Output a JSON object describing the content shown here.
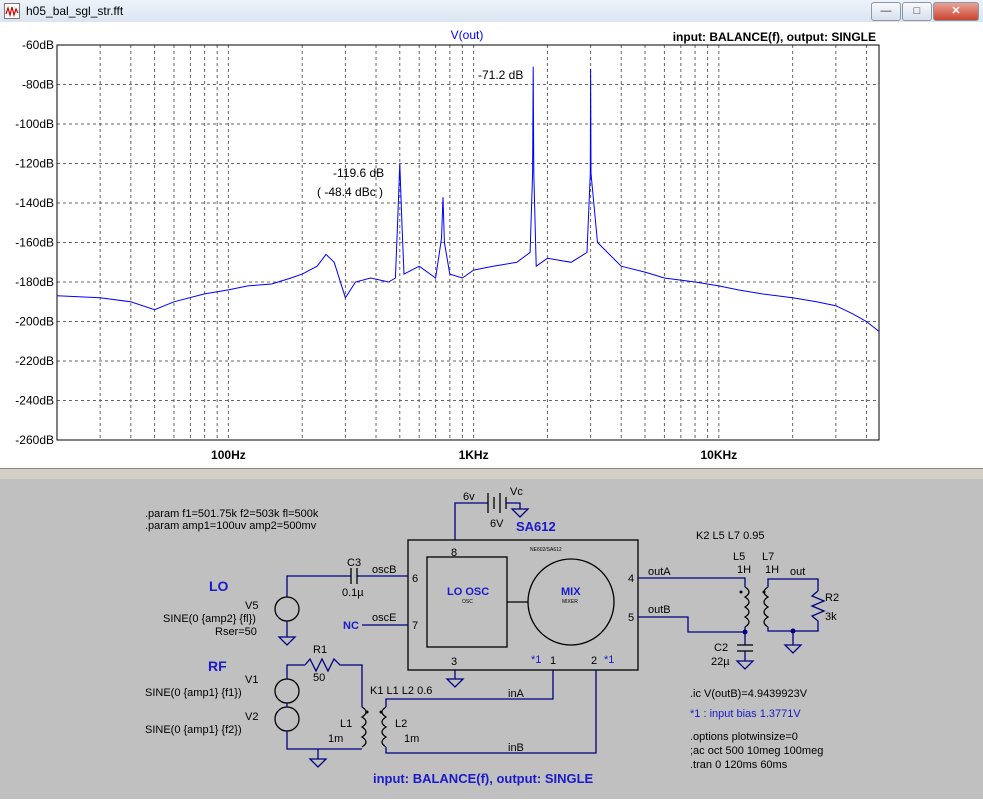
{
  "window": {
    "title": "h05_bal_sgl_str.fft",
    "minimize_glyph": "—",
    "maximize_glyph": "□",
    "close_glyph": "✕"
  },
  "plot": {
    "trace_name": "V(out)",
    "note_right": "input: BALANCE(f), output: SINGLE",
    "y_ticks": [
      "-60dB",
      "-80dB",
      "-100dB",
      "-120dB",
      "-140dB",
      "-160dB",
      "-180dB",
      "-200dB",
      "-220dB",
      "-240dB",
      "-260dB"
    ],
    "x_ticks": [
      "100Hz",
      "1KHz",
      "10KHz"
    ],
    "annotation_peak": "-71.2 dB",
    "annotation_spur_line1": "-119.6 dB",
    "annotation_spur_line2": "( -48.4 dBc )",
    "trace_color": "#0000ff"
  },
  "chart_data": {
    "type": "line",
    "title": "V(out)",
    "xlabel": "",
    "ylabel": "",
    "x_scale": "log",
    "xlim": [
      20,
      45000
    ],
    "ylim": [
      -260,
      -60
    ],
    "grid": true,
    "series": [
      {
        "name": "V(out)",
        "x": [
          20,
          30,
          40,
          50,
          60,
          80,
          100,
          120,
          150,
          180,
          200,
          230,
          250,
          270,
          300,
          330,
          380,
          450,
          480,
          490,
          500,
          510,
          520,
          600,
          700,
          740,
          750,
          760,
          800,
          900,
          1000,
          1200,
          1500,
          1700,
          1740,
          1750,
          1760,
          1800,
          2000,
          2500,
          2900,
          2990,
          3000,
          3010,
          3200,
          4000,
          5000,
          6000,
          8000,
          10000,
          12000,
          15000,
          20000,
          25000,
          30000,
          35000,
          40000,
          45000
        ],
        "y": [
          -187,
          -188,
          -190,
          -194,
          -190,
          -186,
          -184,
          -182,
          -181,
          -178,
          -176,
          -172,
          -166,
          -170,
          -188,
          -180,
          -178,
          -180,
          -178,
          -150,
          -120,
          -150,
          -176,
          -172,
          -178,
          -158,
          -137,
          -160,
          -176,
          -178,
          -174,
          -172,
          -170,
          -165,
          -125,
          -71,
          -125,
          -172,
          -168,
          -170,
          -165,
          -125,
          -72,
          -125,
          -160,
          -172,
          -175,
          -178,
          -180,
          -182,
          -184,
          -186,
          -188,
          -190,
          -192,
          -196,
          -200,
          -205
        ]
      }
    ]
  },
  "schematic": {
    "param1": ".param f1=501.75k  f2=503k  fl=500k",
    "param2": ".param amp1=100uv  amp2=500mv",
    "ic_name": "SA612",
    "ic_subtitle": "NE602/SA612",
    "lo_osc": "LO OSC",
    "lo_osc_sub": "OSC",
    "mix": "MIX",
    "mix_sub": "MIXER",
    "pin8": "8",
    "pin6": "6",
    "pin7": "7",
    "pin3": "3",
    "pin4": "4",
    "pin5": "5",
    "pin1": "1",
    "pin2": "2",
    "pin1_mark": "*1",
    "pin2_mark": "*1",
    "vsrc_label": "6v",
    "vc_name": "Vc",
    "vc_value": "6V",
    "c3_name": "C3",
    "c3_value": "0.1µ",
    "oscb": "oscB",
    "osce": "oscE",
    "nc": "NC",
    "lo_label": "LO",
    "v5_name": "V5",
    "v5_value": "SINE(0 {amp2} {fl})",
    "v5_rser": "Rser=50",
    "rf_label": "RF",
    "r1_name": "R1",
    "r1_value": "50",
    "v1_name": "V1",
    "v1_value": "SINE(0 {amp1} {f1})",
    "v2_name": "V2",
    "v2_value": "SINE(0 {amp1} {f2})",
    "k1_line": "K1 L1 L2 0.6",
    "l1_name": "L1",
    "l1_value": "1m",
    "l2_name": "L2",
    "l2_value": "1m",
    "ina": "inA",
    "inb": "inB",
    "k2_line": "K2 L5 L7 0.95",
    "l5_name": "L5",
    "l5_value": "1H",
    "l7_name": "L7",
    "l7_value": "1H",
    "out_label": "out",
    "r2_name": "R2",
    "r2_value": "3k",
    "outa": "outA",
    "outb": "outB",
    "c2_name": "C2",
    "c2_value": "22µ",
    "ic_directive": ".ic V(outB)=4.9439923V",
    "bias_note": "*1 : input bias 1.3771V",
    "opt1": ".options plotwinsize=0",
    "opt2": ";ac oct 500 10meg 100meg",
    "opt3": ".tran 0 120ms 60ms",
    "bottom_note": "input: BALANCE(f), output: SINGLE"
  }
}
